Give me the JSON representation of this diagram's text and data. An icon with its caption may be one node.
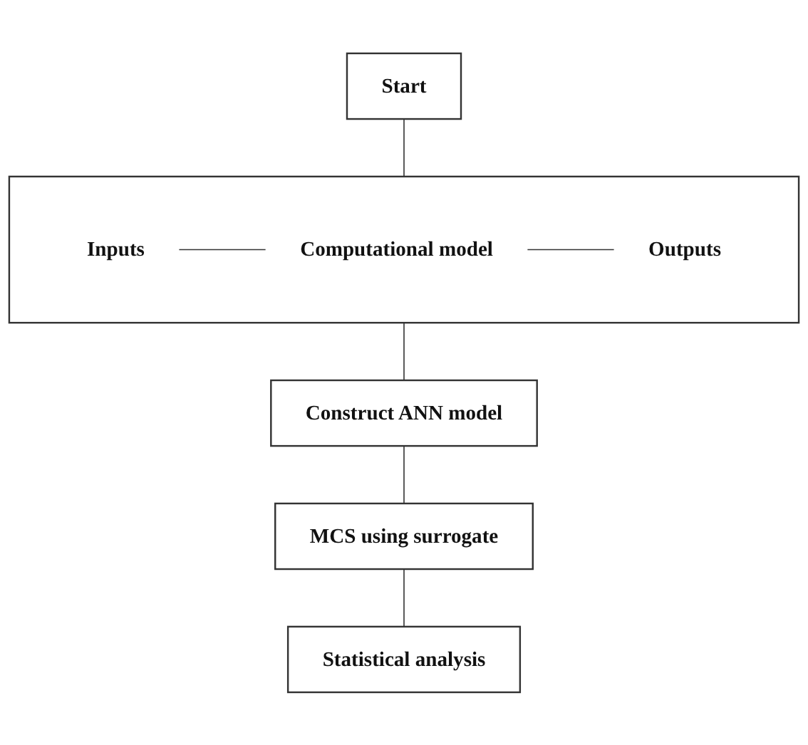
{
  "diagram": {
    "nodes": [
      {
        "text": [
          "Start"
        ]
      },
      {
        "text": [],
        "shape": "box"
      },
      {
        "text": [
          "Inputs"
        ],
        "in": 1
      },
      {
        "text": [
          "Computational model"
        ],
        "in": 1
      },
      {
        "text": [
          "Outputs"
        ],
        "in": 1
      },
      {
        "text": [
          "Construct ANN model"
        ]
      },
      {
        "text": [
          "MCS using surrogate"
        ]
      },
      {
        "text": [
          "Statistical analysis"
        ]
      }
    ],
    "edges": [
      {
        "from": 0,
        "to": 1,
        "arrow": "none"
      },
      {
        "from": 2,
        "to": 3,
        "arrow": "none"
      },
      {
        "from": 3,
        "to": 4,
        "arrow": "none"
      },
      {
        "from": 1,
        "to": 5,
        "arrow": "none"
      },
      {
        "from": 5,
        "to": 6,
        "arrow": "none"
      },
      {
        "from": 6,
        "to": 7,
        "arrow": "none"
      }
    ]
  }
}
